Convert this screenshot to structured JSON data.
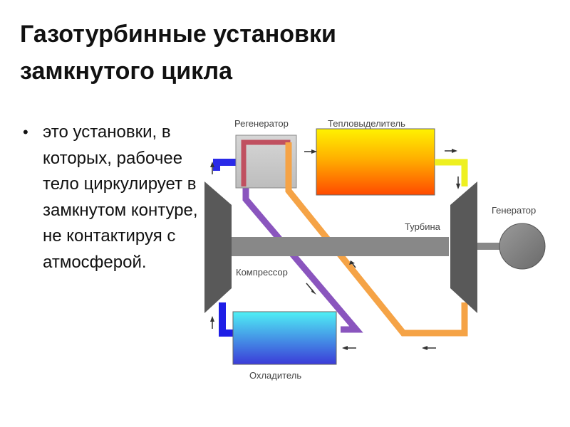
{
  "slide": {
    "title_line1": "Газотурбинные установки",
    "title_line2": "замкнутого цикла",
    "bullet_text": "это установки, в которых, рабочее тело циркулирует в замкнутом контуре, не контактируя с атмосферой."
  },
  "diagram": {
    "labels": {
      "regenerator": "Регенератор",
      "heater": "Тепловыделитель",
      "turbine": "Турбина",
      "generator": "Генератор",
      "compressor": "Компрессор",
      "cooler": "Охладитель"
    },
    "colors": {
      "shaft": "#888888",
      "machines": "#595959",
      "cold_flow": "#2a2ae8",
      "hot_flow": "#f07a45",
      "heater_out": "#eef020",
      "exhaust_flow": "#f5a346",
      "compressed_flow": "#9660c8"
    }
  }
}
